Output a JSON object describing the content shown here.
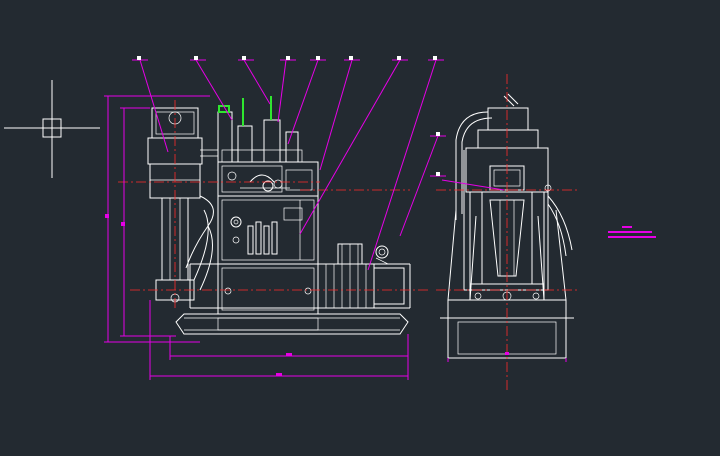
{
  "canvas": {
    "background": "#232a31",
    "colors": {
      "outline": "#ffffff",
      "dimension": "#e600e6",
      "centerline": "#ff2a2a",
      "highlight": "#2fe62f"
    }
  },
  "views": [
    {
      "name": "front-elevation"
    },
    {
      "name": "side-elevation"
    }
  ],
  "leaders": {
    "count": 10
  },
  "legend": {
    "bars": 3
  }
}
